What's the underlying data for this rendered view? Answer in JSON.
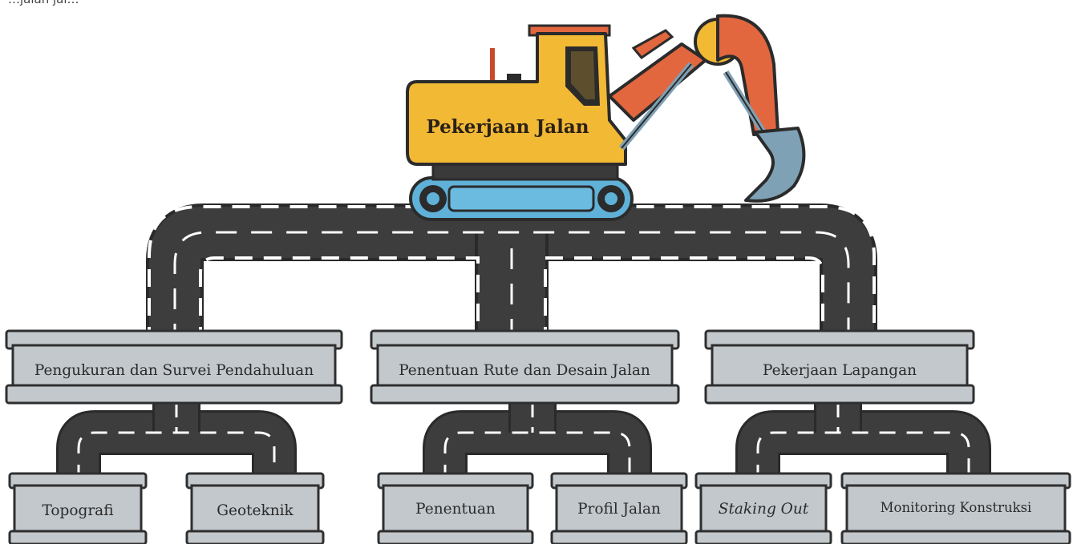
{
  "top_fragment": "…jalan jal…",
  "excavator": {
    "label": "Pekerjaan Jalan"
  },
  "categories": [
    {
      "label": "Pengukuran dan Survei Pendahuluan",
      "children": [
        "Topografi",
        "Geoteknik"
      ]
    },
    {
      "label": "Penentuan Rute dan Desain Jalan",
      "children": [
        "Penentuan",
        "Profil Jalan"
      ]
    },
    {
      "label": "Pekerjaan Lapangan",
      "children": [
        "Staking Out",
        "Monitoring Konstruksi"
      ]
    }
  ],
  "colors": {
    "road": "#3d3d3d",
    "lane": "#ffffff",
    "beam": "#c3c8cc",
    "beam_edge": "#2f2f2f",
    "excavator_body": "#f2b934",
    "arm": "#e2673f",
    "bucket": "#7fa1b5",
    "track": "#5fb1d8"
  }
}
